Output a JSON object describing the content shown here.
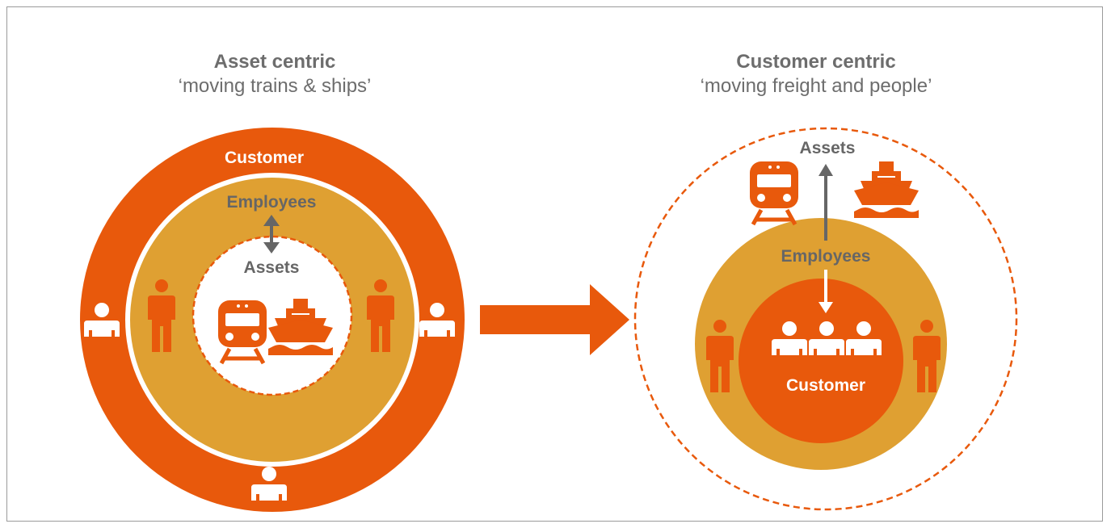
{
  "left": {
    "title": "Asset centric",
    "subtitle": "‘moving trains & ships’",
    "outer_label": "Customer",
    "middle_label": "Employees",
    "inner_label": "Assets"
  },
  "right": {
    "title": "Customer centric",
    "subtitle": "‘moving freight and people’",
    "outer_label": "Assets",
    "middle_label": "Employees",
    "inner_label": "Customer"
  },
  "colors": {
    "orange": "#e8590c",
    "gold": "#dfa032",
    "grey_text": "#666666",
    "white": "#ffffff"
  },
  "icons": [
    "train-icon",
    "ship-icon",
    "person-icon",
    "customer-person-icon",
    "double-arrow-icon",
    "transition-arrow-icon"
  ]
}
